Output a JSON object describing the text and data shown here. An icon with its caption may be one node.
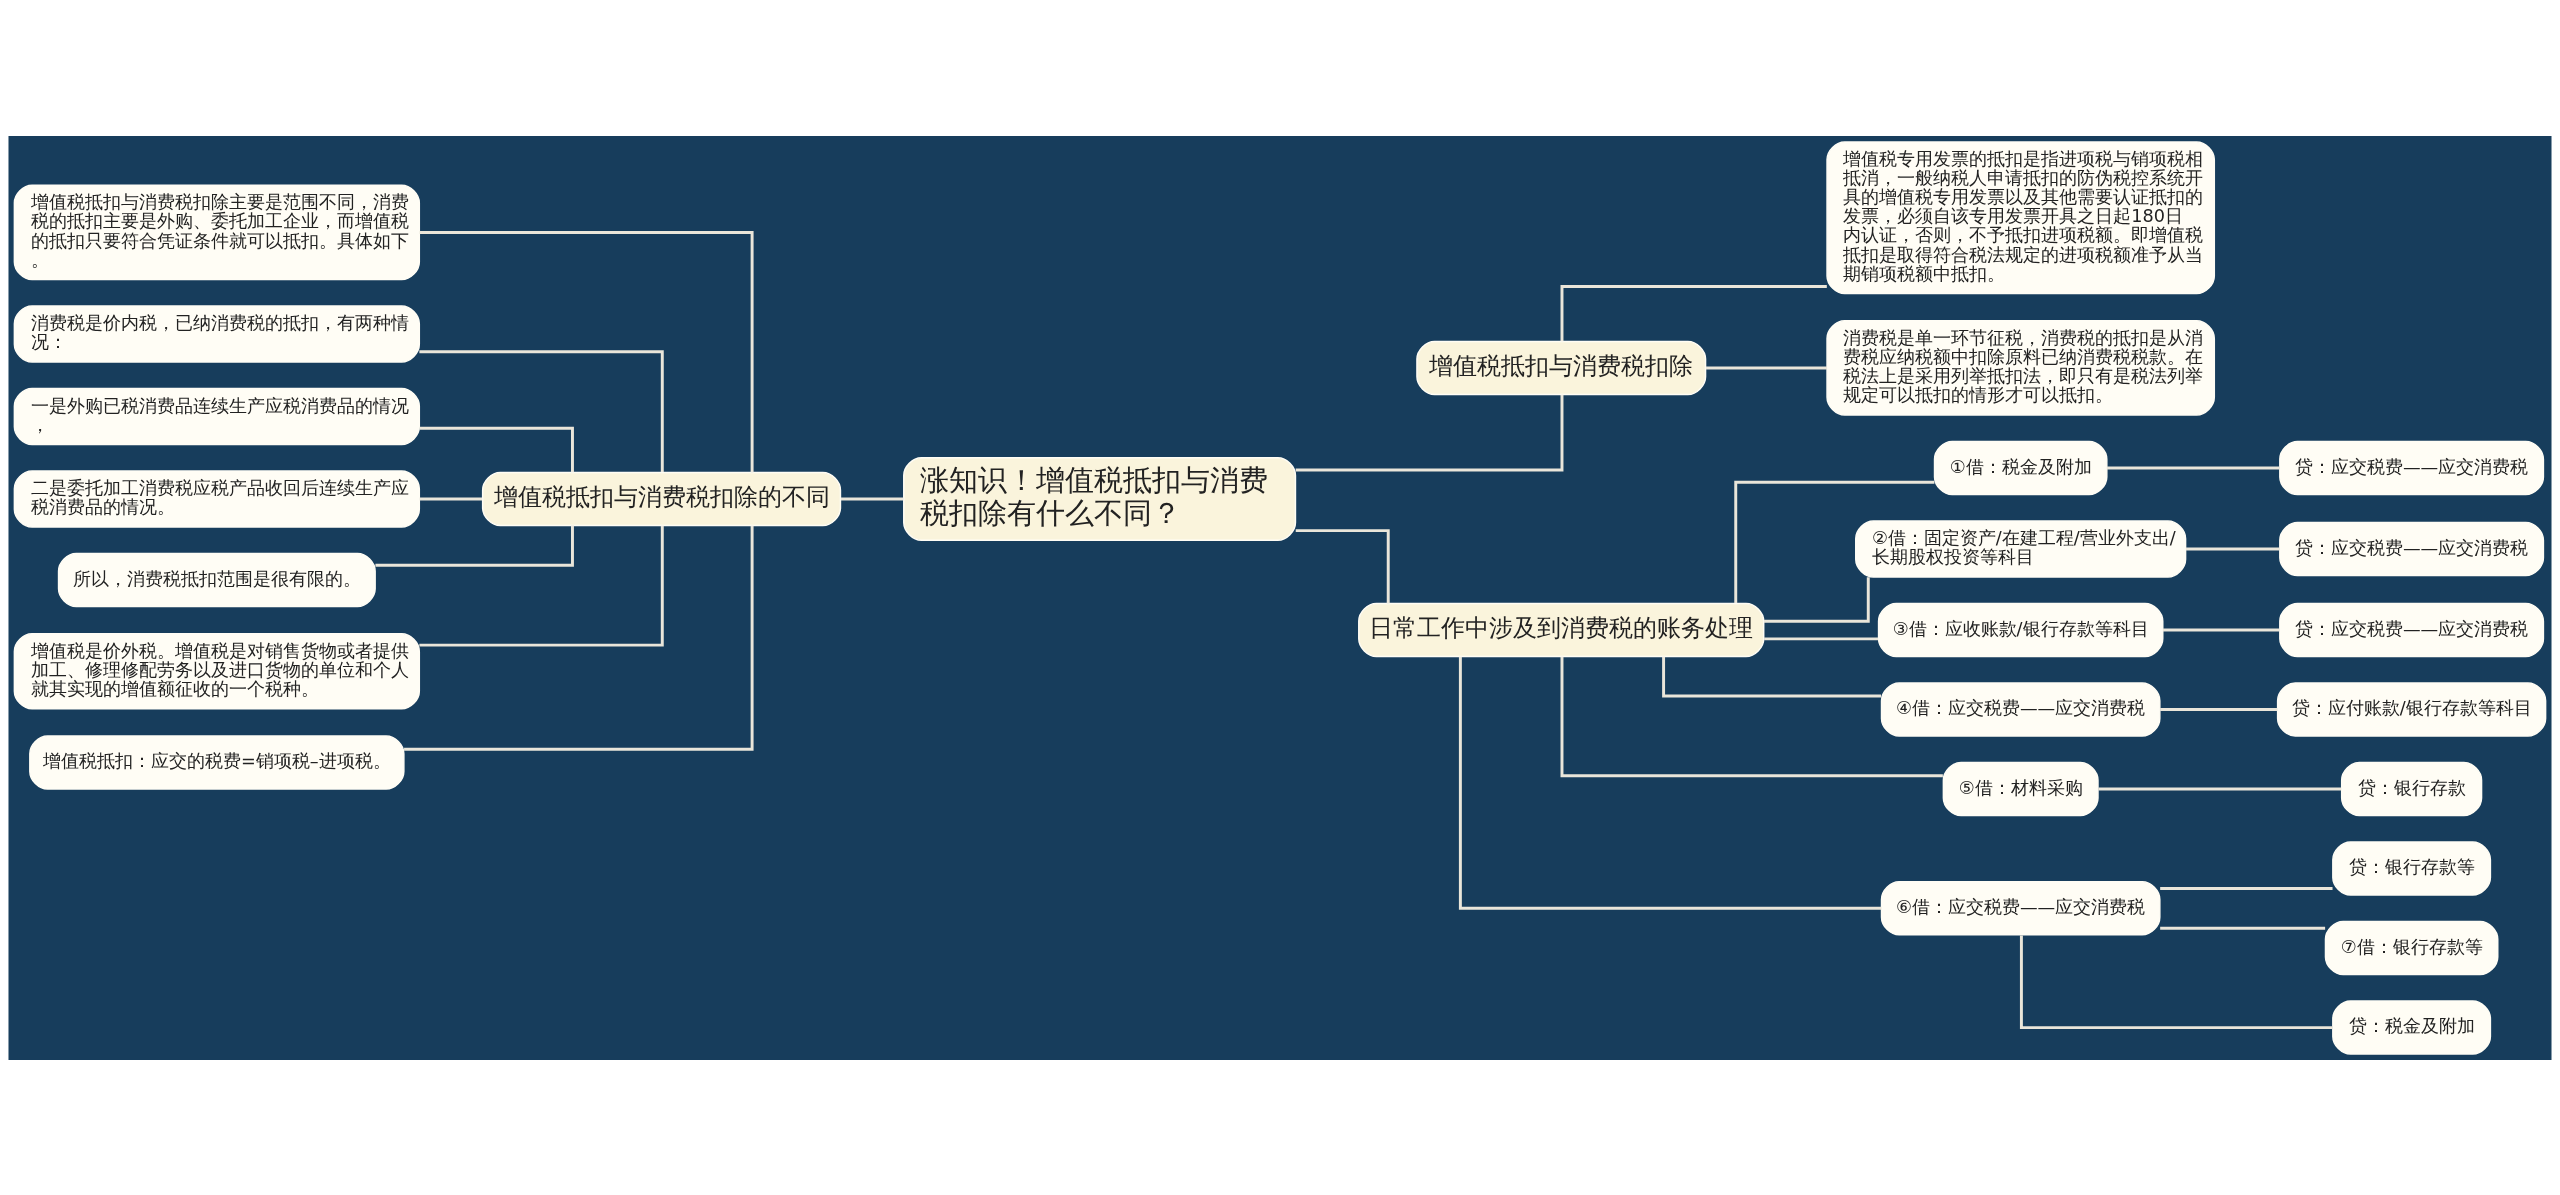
{
  "diagram": {
    "nodes": [
      {
        "text": [
          "涨知识！增值税抵扣与消费税扣除有什么不同？"
        ]
      },
      {
        "text": [
          "增值税抵扣与消费税扣除的不同"
        ]
      },
      {
        "text": [
          "增值税抵扣与消费税扣除主要是范围不同，消费税的抵扣主要是外购、委托加工企业，而增值税的抵扣只要符合凭证条件就可以抵扣。具体如下。"
        ]
      },
      {
        "text": [
          "消费税是价内税，已纳消费税的抵扣，有两种情况："
        ]
      },
      {
        "text": [
          "一是外购已税消费品连续生产应税消费品的情况，"
        ]
      },
      {
        "text": [
          "二是委托加工消费税应税产品收回后连续生产应税消费品的情况。"
        ]
      },
      {
        "text": [
          "所以，消费税抵扣范围是很有限的。"
        ]
      },
      {
        "text": [
          "增值税是价外税。增值税是对销售货物或者提供加工、修理修配劳务以及进口货物的单位和个人就其实现的增值额征收的一个税种。"
        ]
      },
      {
        "text": [
          "增值税抵扣：应交的税费=销项税–进项税。"
        ]
      },
      {
        "text": [
          "增值税抵扣与消费税扣除"
        ]
      },
      {
        "text": [
          "增值税专用发票的抵扣是指进项税与销项税相抵消，一般纳税人申请抵扣的防伪税控系统开具的增值税专用发票以及其他需要认证抵扣的发票，必须自该专用发票开具之日起180日内认证，否则，不予抵扣进项税额。即增值税抵扣是取得符合税法规定的进项税额准予从当期销项税额中抵扣。"
        ]
      },
      {
        "text": [
          "消费税是单一环节征税，消费税的抵扣是从消费税应纳税额中扣除原料已纳消费税税款。在税法上是采用列举抵扣法，即只有是税法列举规定可以抵扣的情形才可以抵扣。"
        ]
      },
      {
        "text": [
          "日常工作中涉及到消费税的账务处理"
        ]
      },
      {
        "text": [
          "①借：税金及附加"
        ]
      },
      {
        "text": [
          "贷：应交税费——应交消费税"
        ]
      },
      {
        "text": [
          "②借：固定资产/在建工程/营业外支出/长期股权投资等科目"
        ]
      },
      {
        "text": [
          "贷：应交税费——应交消费税"
        ]
      },
      {
        "text": [
          "③借：应收账款/银行存款等科目"
        ]
      },
      {
        "text": [
          "贷：应交税费——应交消费税"
        ]
      },
      {
        "text": [
          "④借：应交税费——应交消费税"
        ]
      },
      {
        "text": [
          "贷：应付账款/银行存款等科目"
        ]
      },
      {
        "text": [
          "⑤借：材料采购"
        ]
      },
      {
        "text": [
          "贷：银行存款"
        ]
      },
      {
        "text": [
          "⑥借：应交税费——应交消费税"
        ]
      },
      {
        "text": [
          "贷：银行存款等"
        ]
      },
      {
        "text": [
          "⑦借：银行存款等"
        ]
      },
      {
        "text": [
          "贷：税金及附加"
        ]
      }
    ],
    "edges": [
      {
        "from": 0,
        "to": 1,
        "arrow": "none"
      },
      {
        "from": 1,
        "to": 2,
        "arrow": "none"
      },
      {
        "from": 1,
        "to": 3,
        "arrow": "none"
      },
      {
        "from": 1,
        "to": 4,
        "arrow": "none"
      },
      {
        "from": 1,
        "to": 5,
        "arrow": "none"
      },
      {
        "from": 1,
        "to": 6,
        "arrow": "none"
      },
      {
        "from": 1,
        "to": 7,
        "arrow": "none"
      },
      {
        "from": 1,
        "to": 8,
        "arrow": "none"
      },
      {
        "from": 0,
        "to": 9,
        "arrow": "none"
      },
      {
        "from": 9,
        "to": 10,
        "arrow": "none"
      },
      {
        "from": 9,
        "to": 11,
        "arrow": "none"
      },
      {
        "from": 0,
        "to": 12,
        "arrow": "none"
      },
      {
        "from": 12,
        "to": 13,
        "arrow": "none"
      },
      {
        "from": 13,
        "to": 14,
        "arrow": "none"
      },
      {
        "from": 12,
        "to": 15,
        "arrow": "none"
      },
      {
        "from": 15,
        "to": 16,
        "arrow": "none"
      },
      {
        "from": 12,
        "to": 17,
        "arrow": "none"
      },
      {
        "from": 17,
        "to": 18,
        "arrow": "none"
      },
      {
        "from": 12,
        "to": 19,
        "arrow": "none"
      },
      {
        "from": 19,
        "to": 20,
        "arrow": "none"
      },
      {
        "from": 12,
        "to": 21,
        "arrow": "none"
      },
      {
        "from": 21,
        "to": 22,
        "arrow": "none"
      },
      {
        "from": 12,
        "to": 23,
        "arrow": "none"
      },
      {
        "from": 23,
        "to": 24,
        "arrow": "none"
      },
      {
        "from": 23,
        "to": 25,
        "arrow": "none"
      },
      {
        "from": 23,
        "to": 26,
        "arrow": "none"
      }
    ]
  }
}
